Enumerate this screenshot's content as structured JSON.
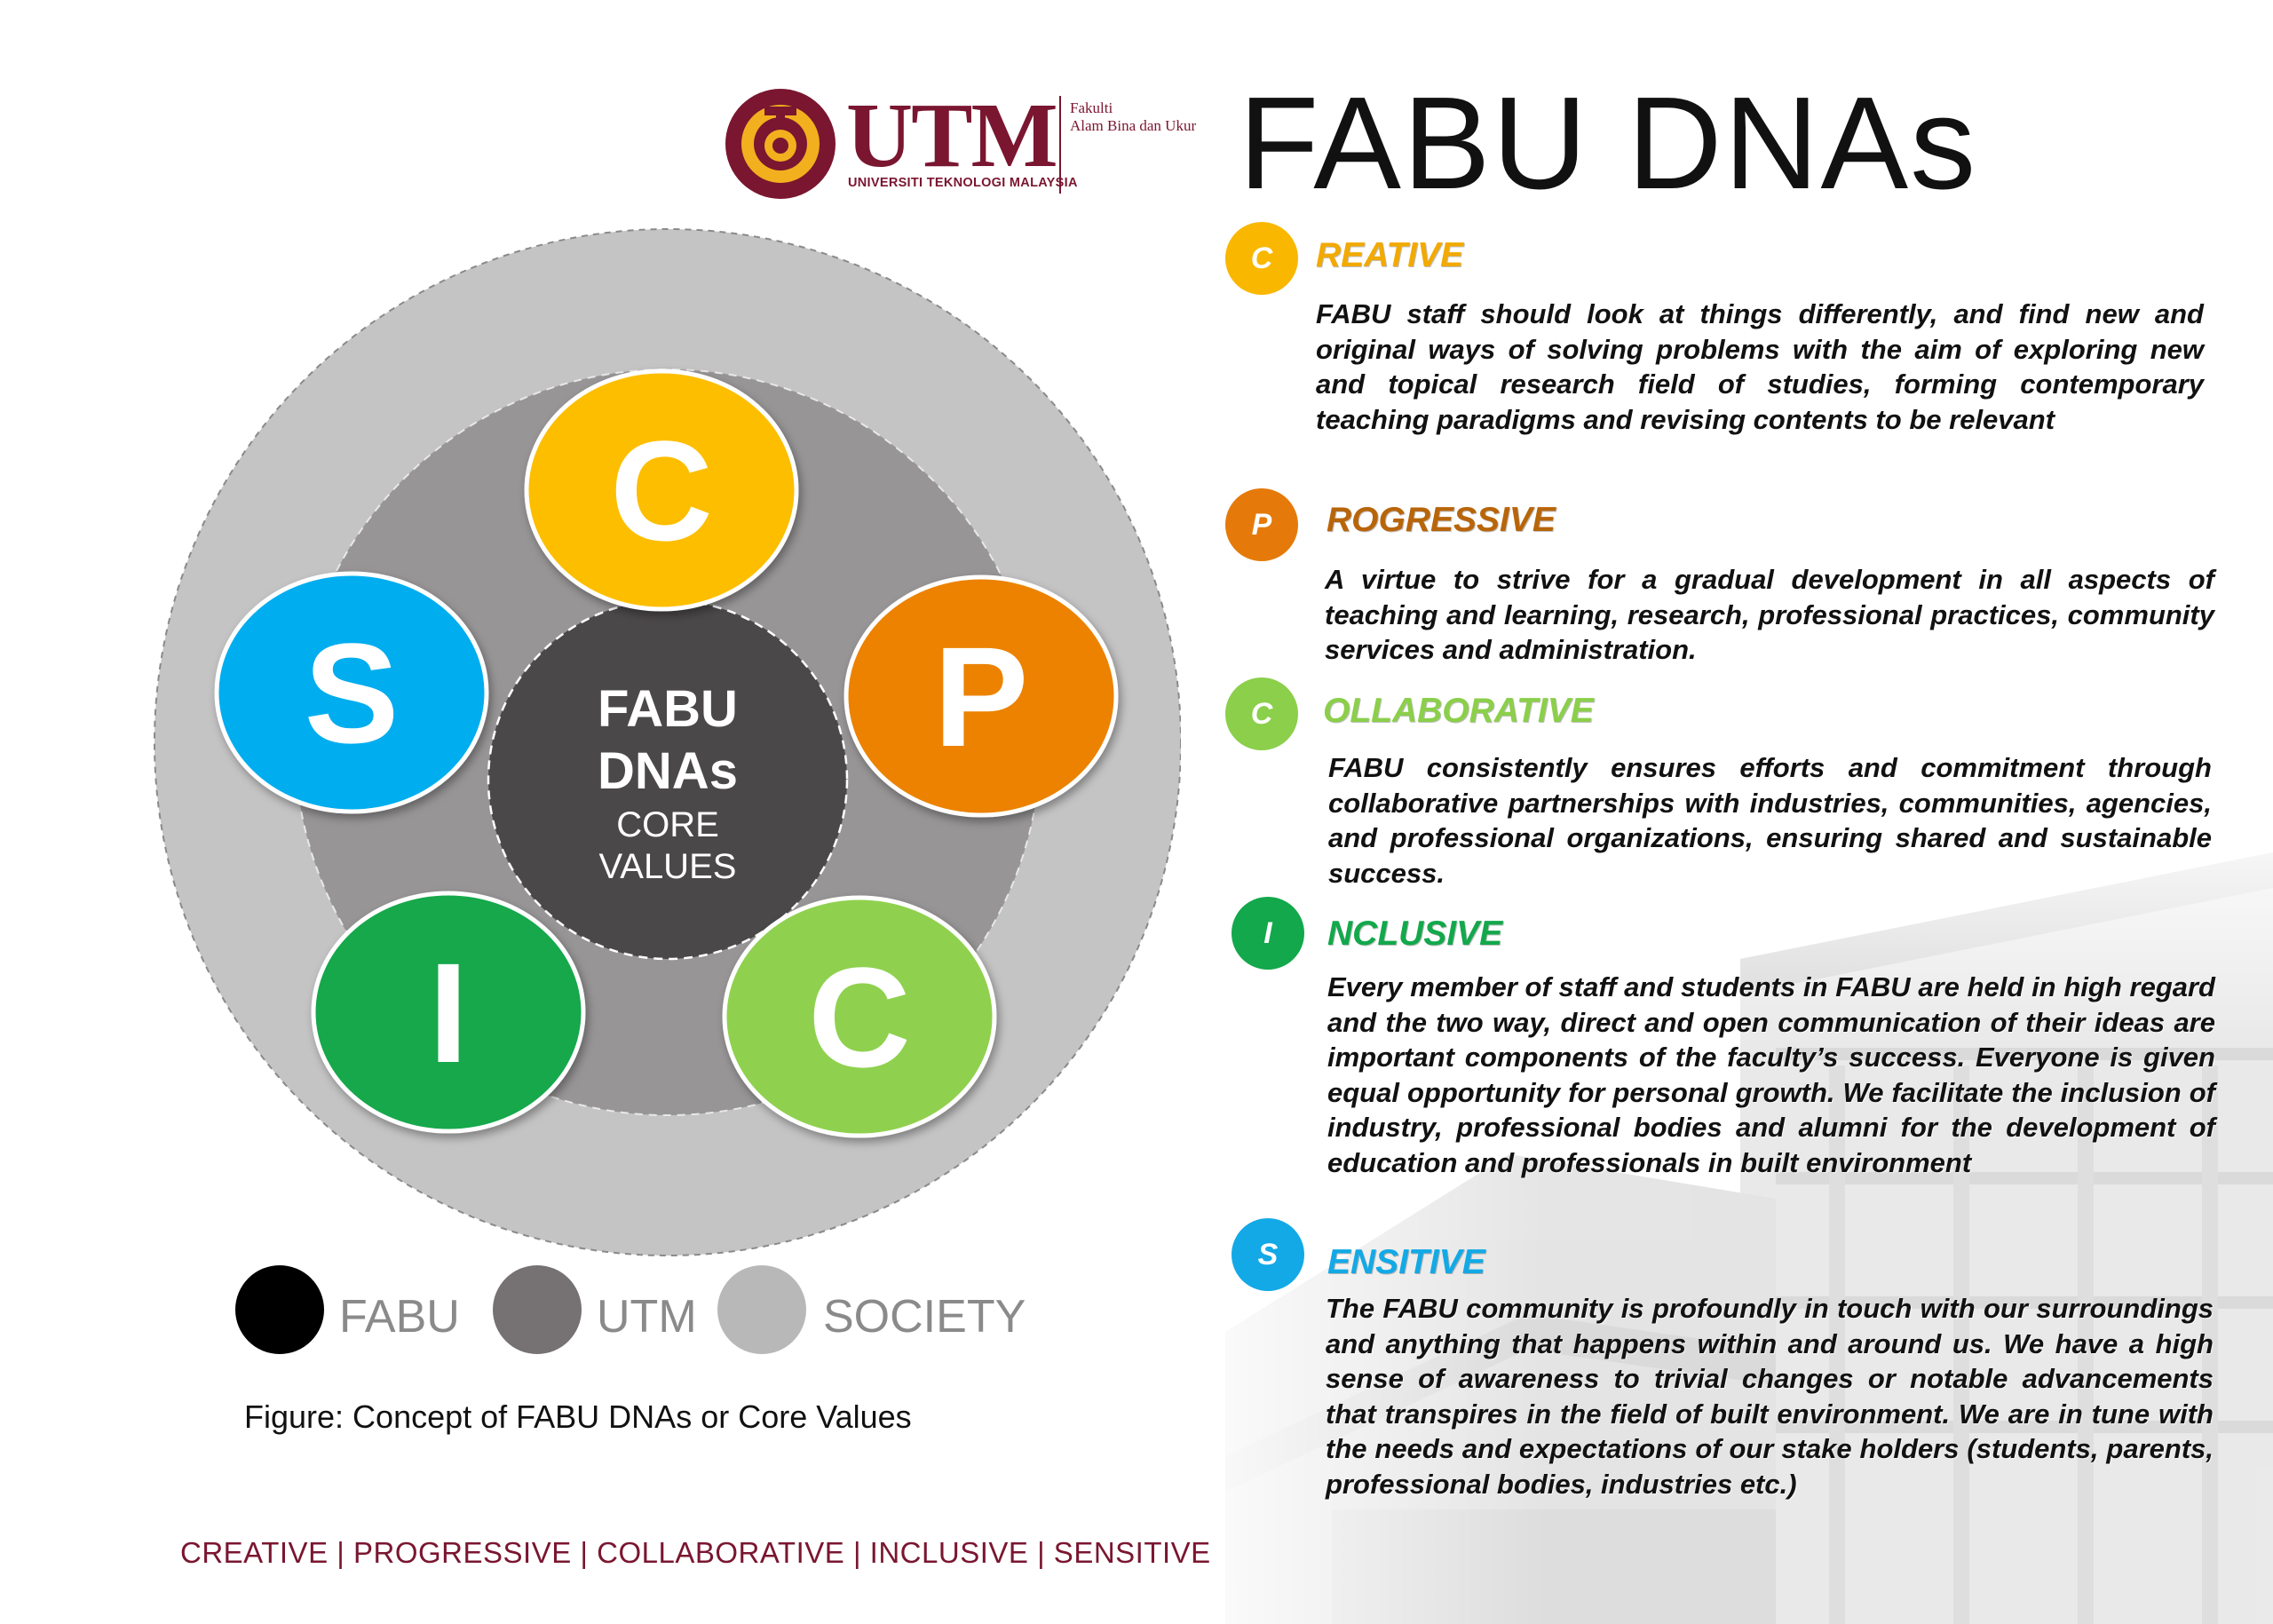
{
  "title": "FABU DNAs",
  "logo": {
    "wordmark": "UTM",
    "university": "UNIVERSITI TEKNOLOGI MALAYSIA",
    "faculty_line1": "Fakulti",
    "faculty_line2": "Alam Bina dan Ukur"
  },
  "diagram": {
    "center_line1": "FABU",
    "center_line2": "DNAs",
    "center_line3": "CORE",
    "center_line4": "VALUES",
    "nodes": [
      {
        "letter": "C",
        "color": "#FDBE00"
      },
      {
        "letter": "P",
        "color": "#EC8200"
      },
      {
        "letter": "C",
        "color": "#8FD14F"
      },
      {
        "letter": "I",
        "color": "#12A84B"
      },
      {
        "letter": "S",
        "color": "#00ADEF"
      }
    ],
    "ring_colors": {
      "outer": "#C5C4C5",
      "middle": "#979596",
      "inner": "#4B4849"
    }
  },
  "legend": [
    {
      "label": "FABU",
      "color": "#000000"
    },
    {
      "label": "UTM",
      "color": "#767273"
    },
    {
      "label": "SOCIETY",
      "color": "#B9B8B9"
    }
  ],
  "caption": "Figure: Concept of FABU DNAs or Core Values",
  "footer": "CREATIVE  |  PROGRESSIVE  |  COLLABORATIVE  |  INCLUSIVE  |  SENSITIVE",
  "values": [
    {
      "initial": "C",
      "name": "REATIVE",
      "color": "#F9B700",
      "text_color": "#F2A900",
      "description": "FABU staff should look at things differently, and find new and original ways of solving problems with the aim of exploring new and topical research field of studies, forming contemporary teaching paradigms and revising contents to be relevant"
    },
    {
      "initial": "P",
      "name": "ROGRESSIVE",
      "color": "#E57A0A",
      "text_color": "#B8650A",
      "description": "A virtue to strive for a gradual development in all aspects of teaching and learning, research, professional practices, community services and administration."
    },
    {
      "initial": "C",
      "name": "OLLABORATIVE",
      "color": "#8BCF4A",
      "text_color": "#8BCF4A",
      "description": "FABU consistently ensures efforts and commitment through collaborative partnerships with industries, communities, agencies, and professional organizations, ensuring shared and sustainable success."
    },
    {
      "initial": "I",
      "name": "NCLUSIVE",
      "color": "#12A84B",
      "text_color": "#12A84B",
      "description": "Every member of staff and students in FABU are held in high regard and the two way, direct and open communication of their ideas are important components of the faculty’s success. Everyone is given equal opportunity for personal growth. We facilitate the inclusion of industry, professional bodies and alumni for the development of education and professionals in built environment"
    },
    {
      "initial": "S",
      "name": "ENSITIVE",
      "color": "#12A9E6",
      "text_color": "#12A9E6",
      "description": "The FABU community is profoundly in touch with our surroundings and anything that happens within and around us. We have a high sense of awareness to trivial changes or notable advancements that transpires in the field of built environment. We are in tune with the needs and expectations of our stake holders (students, parents, professional bodies, industries etc.)"
    }
  ]
}
